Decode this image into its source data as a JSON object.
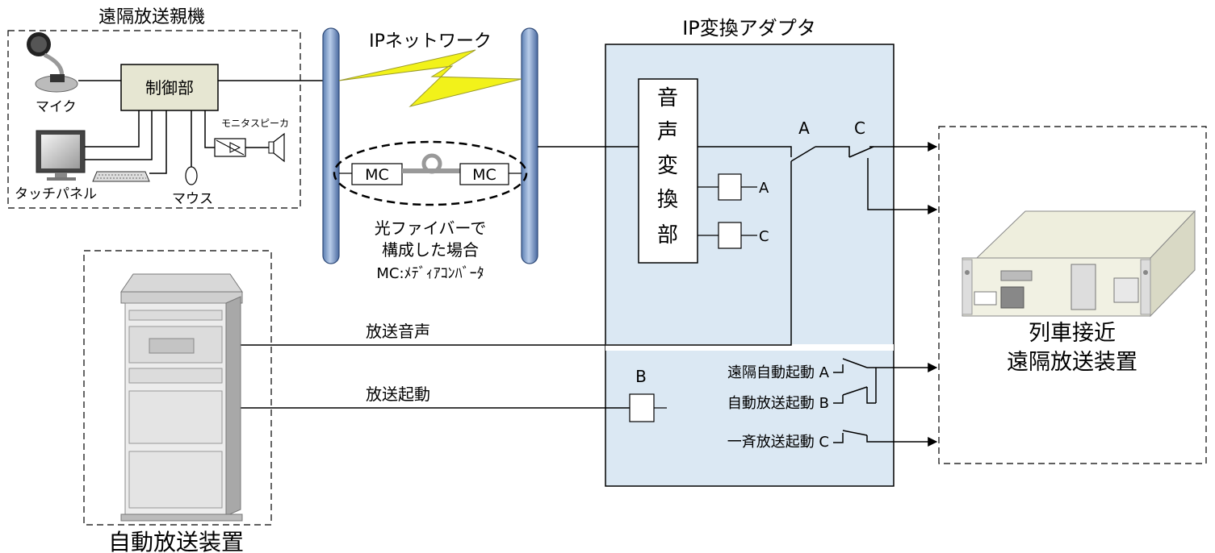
{
  "remote_parent": {
    "title": "遠隔放送親機",
    "control": "制御部",
    "mic": "マイク",
    "touch_panel": "タッチパネル",
    "mouse": "マウス",
    "monitor_speaker": "モニタスピーカ"
  },
  "network": {
    "title": "IPネットワーク",
    "mc_left": "MC",
    "mc_right": "MC",
    "note_line1": "光ファイバーで",
    "note_line2": "構成した場合",
    "note_line3": "MC:ﾒﾃﾞｨｱｺﾝﾊﾞｰﾀ"
  },
  "adapter": {
    "title": "IP変換アダプタ",
    "converter_chars": [
      "音",
      "声",
      "変",
      "換",
      "部"
    ],
    "relay_a": "A",
    "relay_c": "C",
    "relay_b": "B",
    "switch_a": "A",
    "switch_c": "C",
    "row1": "遠隔自動起動 A",
    "row2": "自動放送起動 B",
    "row3": "一斉放送起動 C"
  },
  "signals": {
    "audio": "放送音声",
    "start": "放送起動"
  },
  "auto_device": {
    "title": "自動放送装置"
  },
  "train_device": {
    "line1": "列車接近",
    "line2": "遠隔放送装置"
  },
  "colors": {
    "adapter_fill": "#dbe8f3",
    "control_fill": "#e6e6d2",
    "pipe_fill": "#8fb0d8",
    "lightning": "#f2f21a"
  }
}
